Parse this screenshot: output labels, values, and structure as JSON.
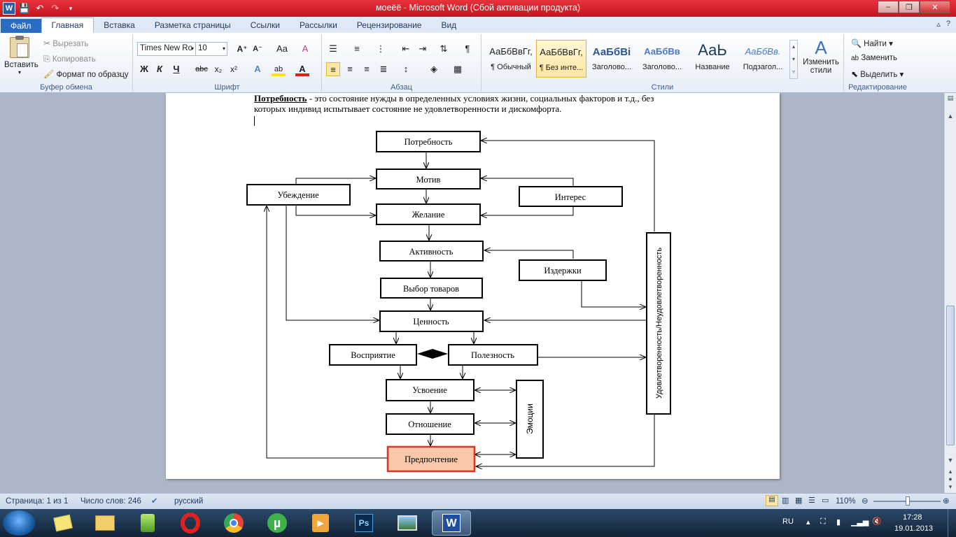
{
  "window": {
    "title": "моеёё - Microsoft Word (Сбой активации продукта)",
    "minimize": "–",
    "maximize": "❐",
    "close": "✕"
  },
  "tabs": {
    "file": "Файл",
    "items": [
      "Главная",
      "Вставка",
      "Разметка страницы",
      "Ссылки",
      "Рассылки",
      "Рецензирование",
      "Вид"
    ]
  },
  "ribbon": {
    "clipboard": {
      "label": "Буфер обмена",
      "paste": "Вставить",
      "cut": "Вырезать",
      "copy": "Копировать",
      "format_painter": "Формат по образцу"
    },
    "font": {
      "label": "Шрифт",
      "name": "Times New Ro",
      "size": "10",
      "bold": "Ж",
      "italic": "К",
      "underline": "Ч",
      "strike": "abc",
      "subscript": "x₂",
      "superscript": "x²",
      "grow": "A⁺",
      "shrink": "A⁻",
      "case": "Aa",
      "clear": "A"
    },
    "paragraph": {
      "label": "Абзац",
      "pilcrow": "¶"
    },
    "styles": {
      "label": "Стили",
      "items": [
        {
          "sample": "АаБбВвГг,",
          "name": "¶ Обычный"
        },
        {
          "sample": "АаБбВвГг,",
          "name": "¶ Без инте..."
        },
        {
          "sample": "АаБбВі",
          "name": "Заголово..."
        },
        {
          "sample": "АаБбВв",
          "name": "Заголово..."
        },
        {
          "sample": "АаЬ",
          "name": "Название"
        },
        {
          "sample": "АаБбВв.",
          "name": "Подзагол..."
        }
      ],
      "change_styles": "Изменить стили"
    },
    "editing": {
      "label": "Редактирование",
      "find": "Найти",
      "replace": "Заменить",
      "select": "Выделить"
    }
  },
  "document": {
    "line1_term": "Потребность",
    "line1_rest": " - это состояние нужды в определенных условиях жизни, социальных факторов и т.д., без",
    "line2": "которых индивид испытывает состояние не удовлетворенности и дискомфорта.",
    "diagram": {
      "potrebnost": "Потребность",
      "motiv": "Мотив",
      "ubezhdenie": "Убеждение",
      "interes": "Интерес",
      "zhelanie": "Желание",
      "aktivnost": "Активность",
      "izderzhki": "Издержки",
      "vybor": "Выбор товаров",
      "cennost": "Ценность",
      "vospriyatie": "Восприятие",
      "poleznost": "Полезность",
      "usvoenie": "Усвоение",
      "otnoshenie": "Отношение",
      "predpochtenie": "Предпочтение",
      "emocii": "Эмоции",
      "udovl": "Удовлетворенность/Неудовлетворенность"
    }
  },
  "status": {
    "page": "Страница: 1 из 1",
    "words": "Число слов: 246",
    "lang": "русский",
    "zoom": "110%"
  },
  "taskbar": {
    "lang": "RU",
    "time": "17:28",
    "date": "19.01.2013"
  },
  "colors": {
    "title_bar": "#d41a22",
    "file_tab": "#2a6bc4",
    "highlight_box": "#f9c8a8",
    "highlight_border": "#e03020"
  }
}
